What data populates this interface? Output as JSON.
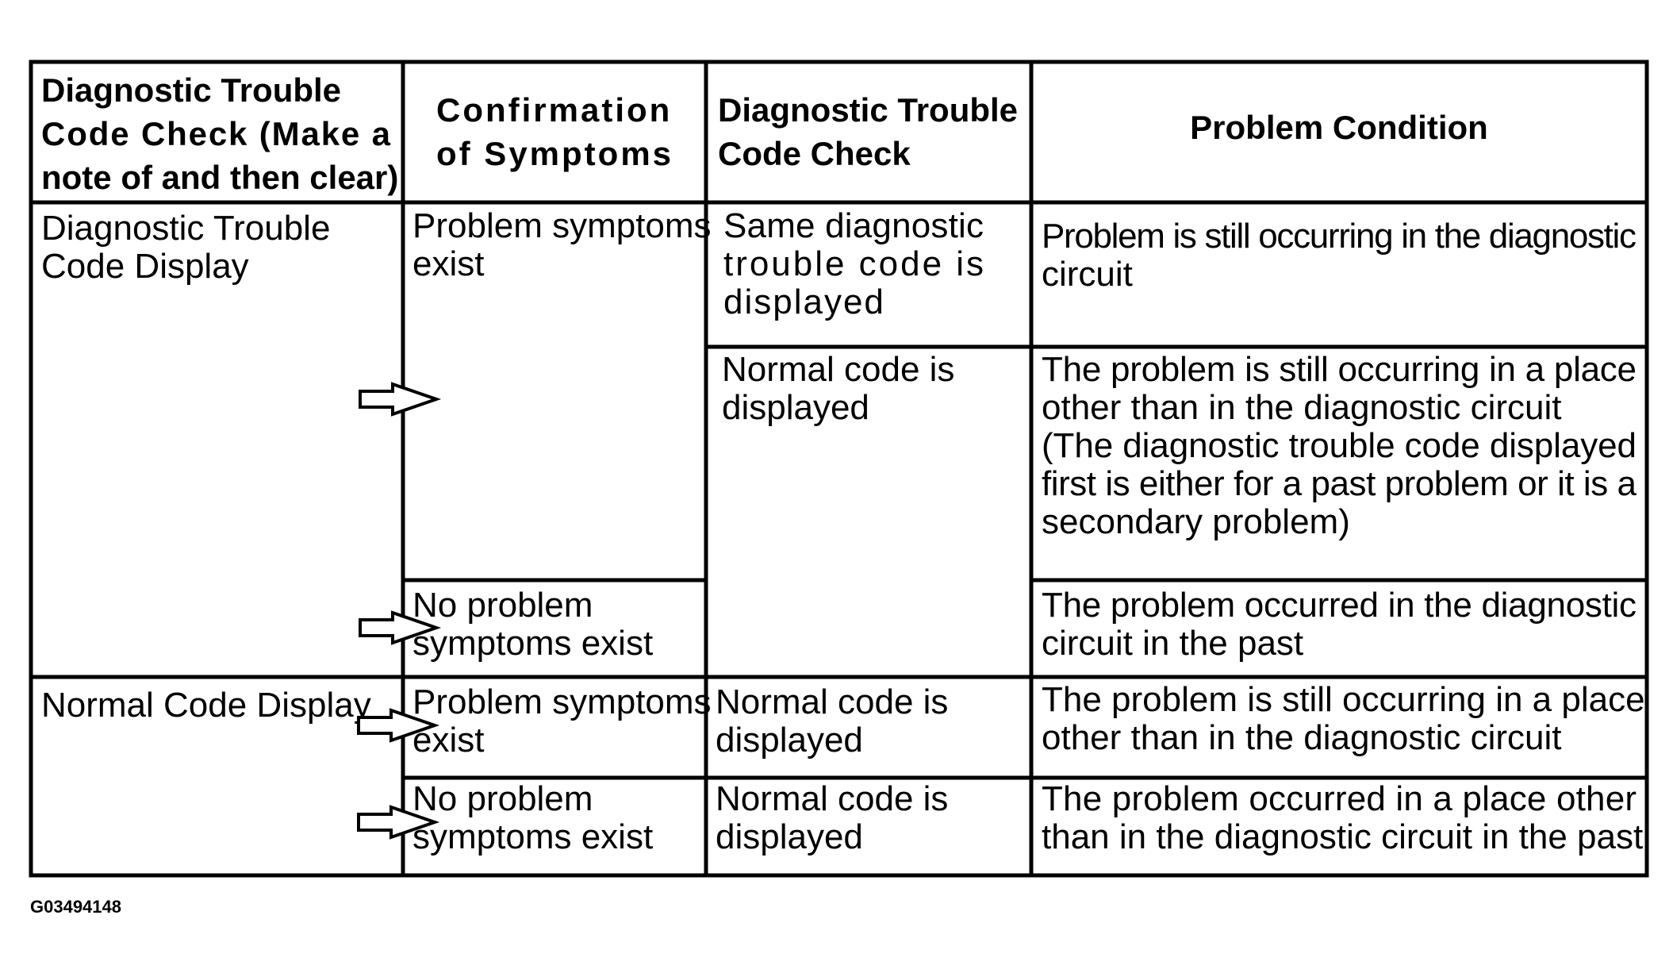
{
  "headers": {
    "dtc_check_clear": [
      "Diagnostic Trouble",
      "Code Check (Make a",
      "note of and then clear)"
    ],
    "confirmation": [
      "Confirmation",
      "of Symptoms"
    ],
    "dtc_check": [
      "Diagnostic Trouble",
      "Code Check"
    ],
    "problem_condition": [
      "Problem Condition"
    ]
  },
  "groups": {
    "dtc_display": [
      "Diagnostic Trouble",
      "Code Display"
    ],
    "normal_display": [
      "Normal Code Display"
    ]
  },
  "symptoms": {
    "exist_1": [
      "Problem symptoms",
      "exist"
    ],
    "none_1": [
      "No problem",
      "symptoms exist"
    ],
    "exist_2": [
      "Problem symptoms",
      "exist"
    ],
    "none_2": [
      "No problem",
      "symptoms exist"
    ]
  },
  "codes": {
    "same_dtc": [
      "Same diagnostic",
      "trouble code is",
      "displayed"
    ],
    "normal_1": [
      "Normal code is",
      "displayed"
    ],
    "normal_2": [
      "Normal code is",
      "displayed"
    ],
    "normal_3": [
      "Normal code is",
      "displayed"
    ]
  },
  "conditions": {
    "c1": [
      "Problem is still occurring in the diagnostic",
      "circuit"
    ],
    "c2": [
      "The problem is still occurring in a place",
      "other than in the diagnostic circuit",
      "(The diagnostic trouble code displayed",
      "first is either for a past problem or it is a",
      "secondary problem)"
    ],
    "c3": [
      "The problem occurred in the diagnostic",
      "circuit in the past"
    ],
    "c4": [
      "The problem is still occurring in a place",
      "other than in the diagnostic circuit"
    ],
    "c5": [
      "The problem occurred in a place other",
      "than in the diagnostic circuit in the past"
    ]
  },
  "figure_code": "G03494148"
}
